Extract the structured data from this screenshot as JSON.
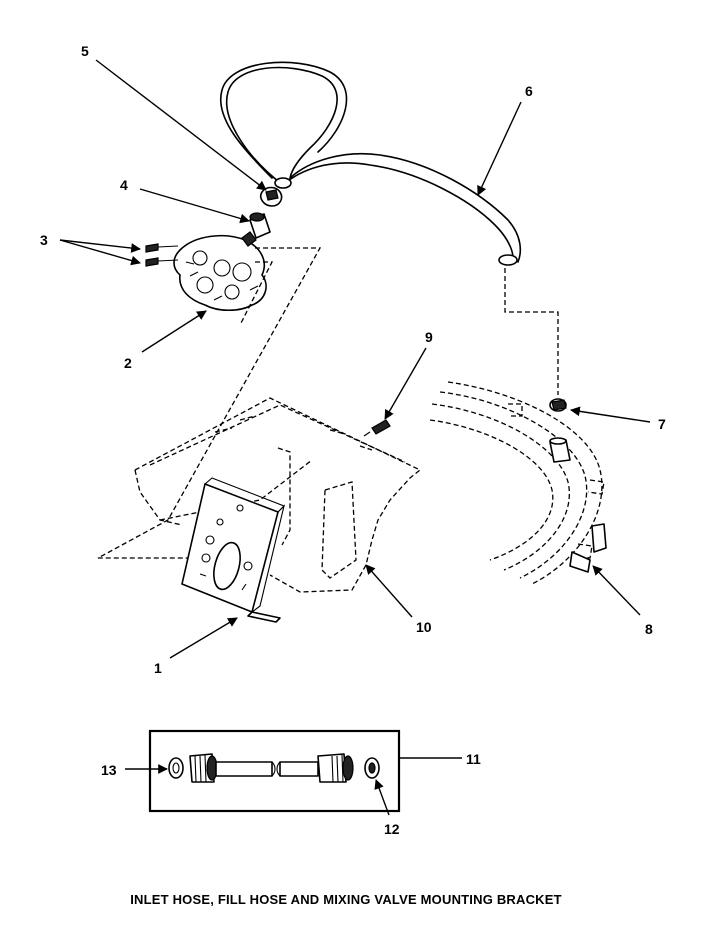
{
  "diagram": {
    "caption": "INLET HOSE, FILL HOSE AND MIXING VALVE MOUNTING BRACKET",
    "callouts": {
      "p1": "1",
      "p2": "2",
      "p3": "3",
      "p4": "4",
      "p5": "5",
      "p6": "6",
      "p7": "7",
      "p8": "8",
      "p9": "9",
      "p10": "10",
      "p11": "11",
      "p12": "12",
      "p13": "13"
    }
  }
}
